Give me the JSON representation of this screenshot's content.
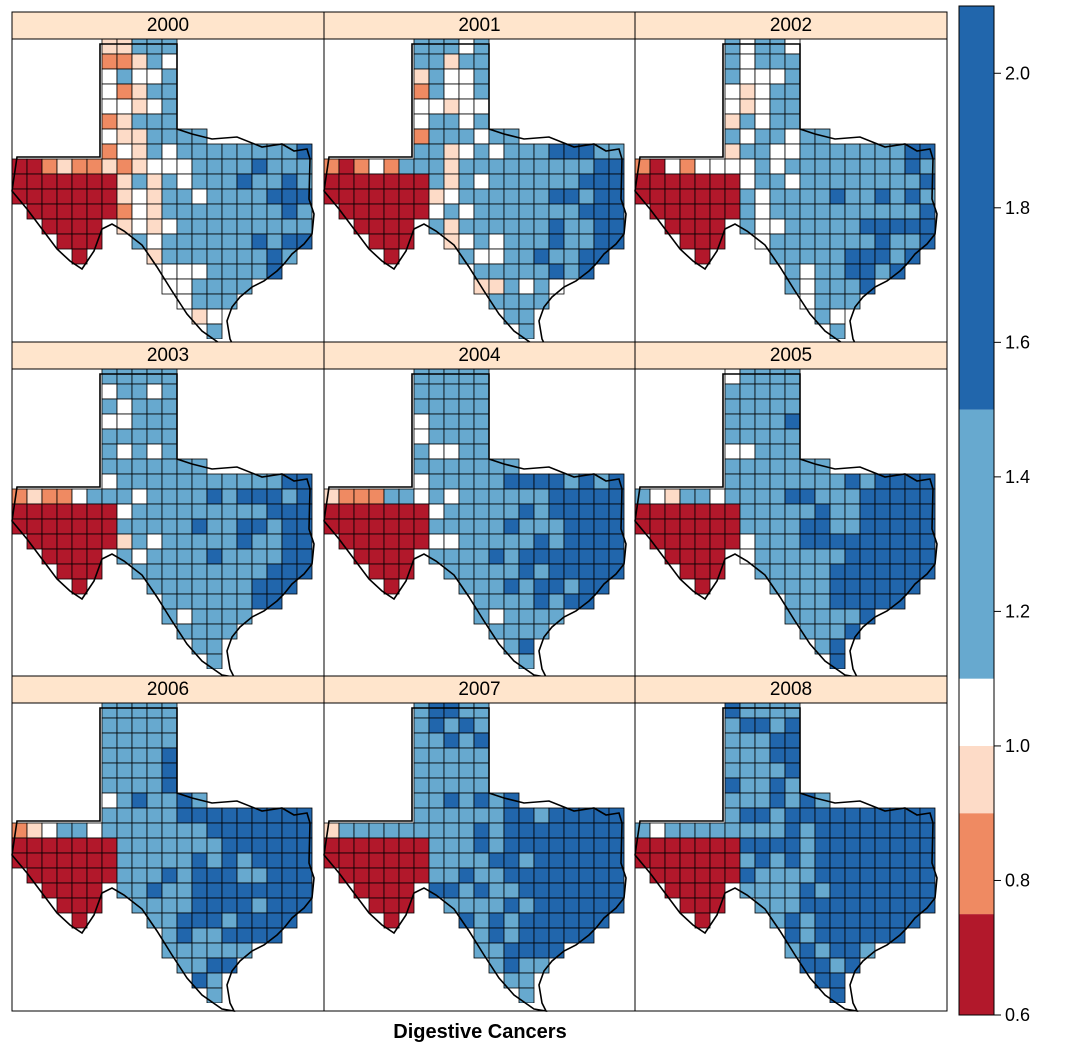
{
  "title": "Digestive Cancers",
  "panels": [
    {
      "year": "2000"
    },
    {
      "year": "2001"
    },
    {
      "year": "2002"
    },
    {
      "year": "2003"
    },
    {
      "year": "2004"
    },
    {
      "year": "2005"
    },
    {
      "year": "2006"
    },
    {
      "year": "2007"
    },
    {
      "year": "2008"
    }
  ],
  "strip_color": "#ffe5cc",
  "legend": {
    "ticks": [
      "0.6",
      "0.8",
      "1.0",
      "1.2",
      "1.4",
      "1.6",
      "1.8",
      "2.0"
    ],
    "tick_values": [
      0.6,
      0.8,
      1.0,
      1.2,
      1.4,
      1.6,
      1.8,
      2.0
    ],
    "range": [
      0.6,
      2.1
    ],
    "bins": [
      {
        "from": 0.6,
        "to": 0.75,
        "color": "#b2182b"
      },
      {
        "from": 0.75,
        "to": 0.9,
        "color": "#ef8a62"
      },
      {
        "from": 0.9,
        "to": 1.0,
        "color": "#fddbc7"
      },
      {
        "from": 1.0,
        "to": 1.1,
        "color": "#ffffff"
      },
      {
        "from": 1.1,
        "to": 1.5,
        "color": "#67a9cf"
      },
      {
        "from": 1.5,
        "to": 2.1,
        "color": "#2166ac"
      }
    ]
  }
}
